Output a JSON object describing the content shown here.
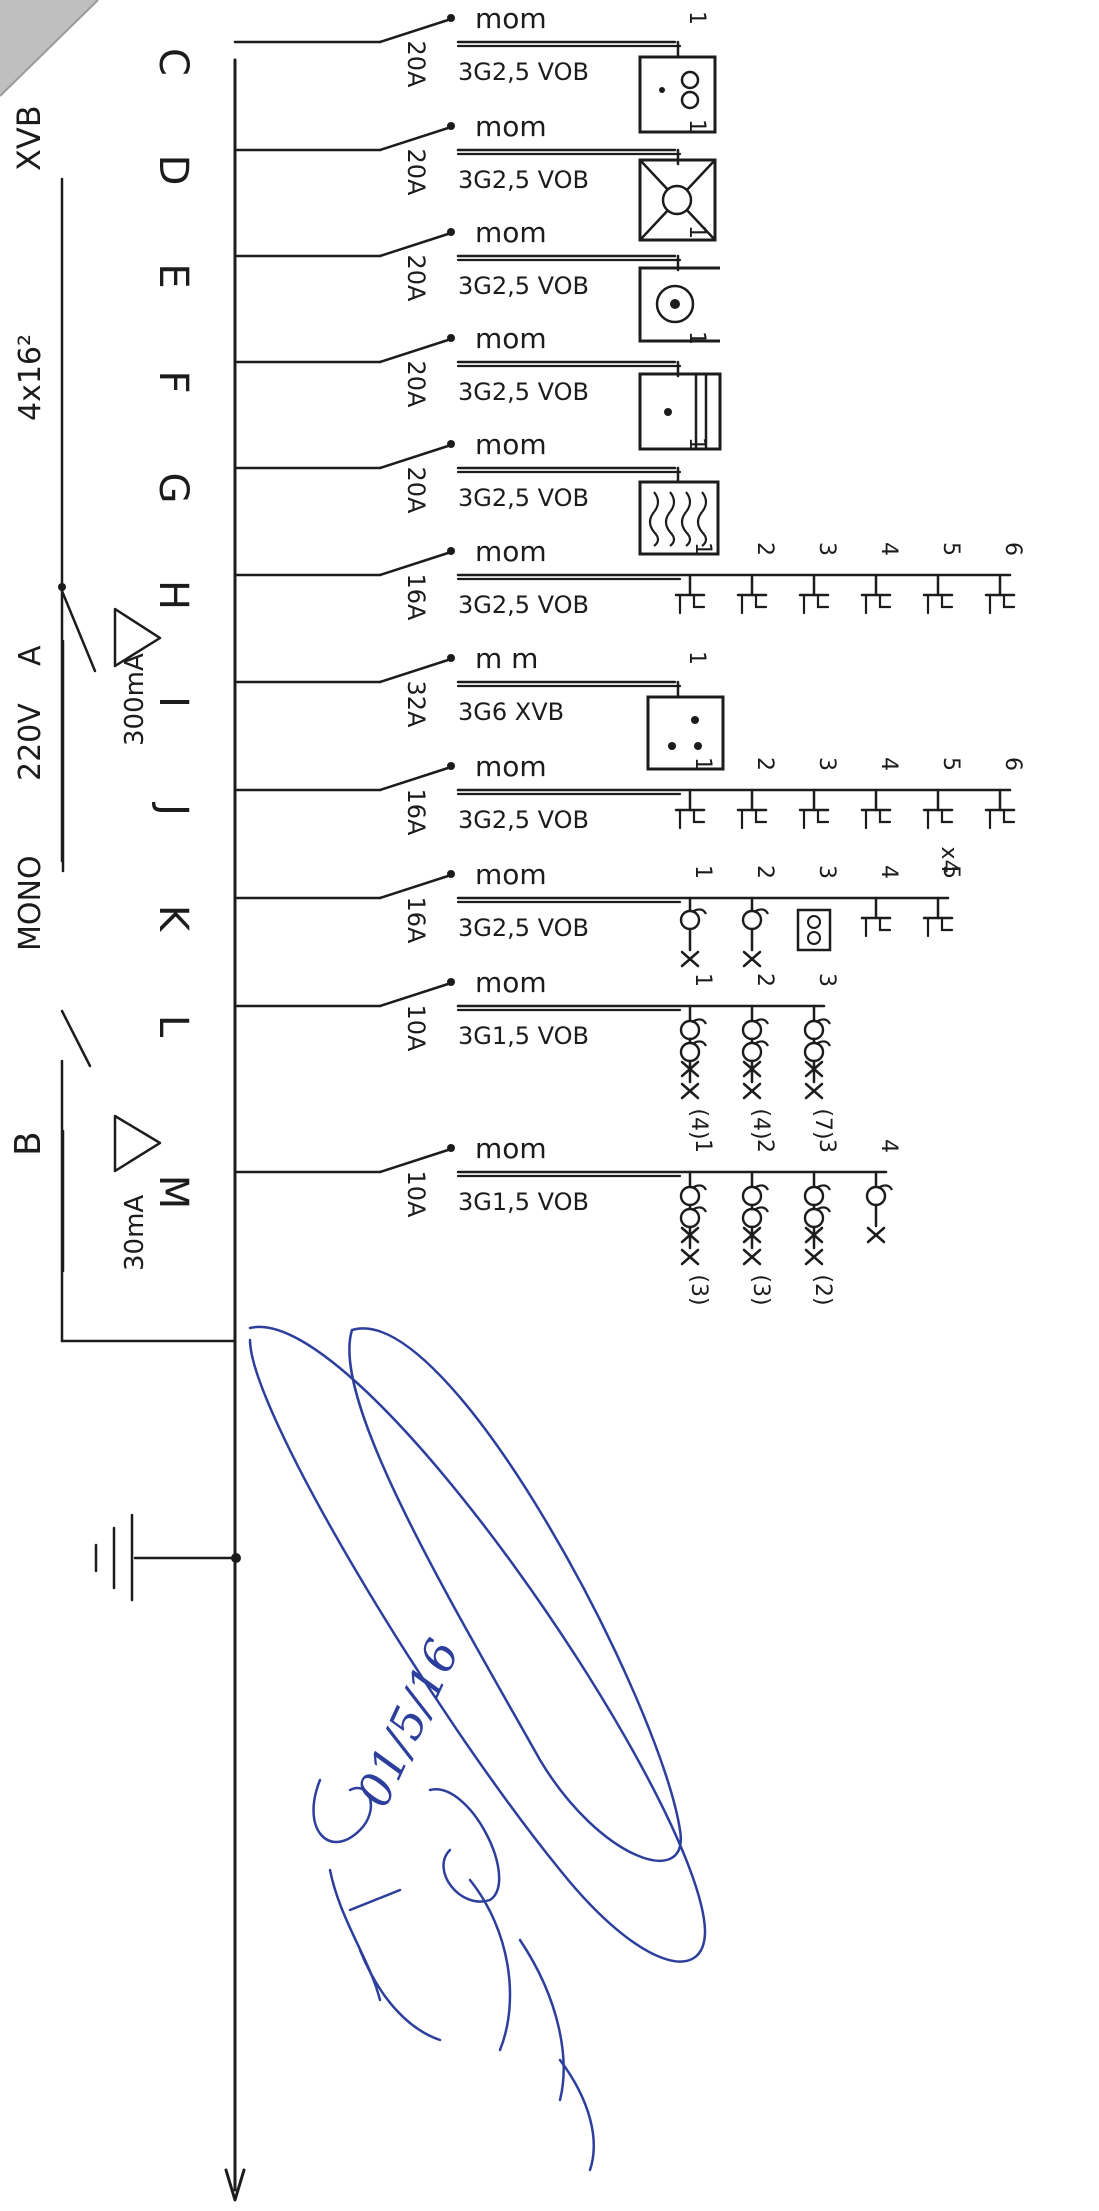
{
  "panel_notes": {
    "supply_cable": "XVB",
    "supply_section": "4x16²",
    "rcd_a_rating": "300mA",
    "rcd_a_tag": "A",
    "supply_voltage": "220V",
    "supply_phase": "MONO",
    "rcd_b_rating": "30mA",
    "rcd_b_tag": "B"
  },
  "circuits": [
    {
      "id": "C",
      "breaker": "20A",
      "conduit": "mom",
      "cable": "3G2,5 VOB",
      "load": "socket-double",
      "points": [
        "1"
      ],
      "notes": []
    },
    {
      "id": "D",
      "breaker": "20A",
      "conduit": "mom",
      "cable": "3G2,5 VOB",
      "load": "oven",
      "points": [
        "1"
      ],
      "notes": []
    },
    {
      "id": "E",
      "breaker": "20A",
      "conduit": "mom",
      "cable": "3G2,5 VOB",
      "load": "washing-machine",
      "points": [
        "1"
      ],
      "notes": []
    },
    {
      "id": "F",
      "breaker": "20A",
      "conduit": "mom",
      "cable": "3G2,5 VOB",
      "load": "dishwasher",
      "points": [
        "1"
      ],
      "notes": []
    },
    {
      "id": "G",
      "breaker": "20A",
      "conduit": "mom",
      "cable": "3G2,5 VOB",
      "load": "water-heater",
      "points": [
        "1"
      ],
      "notes": []
    },
    {
      "id": "H",
      "breaker": "16A",
      "conduit": "mom",
      "cable": "3G2,5 VOB",
      "load": "sockets",
      "points": [
        "1",
        "2",
        "3",
        "4",
        "5",
        "6"
      ],
      "notes": []
    },
    {
      "id": "I",
      "breaker": "32A",
      "conduit": "m m",
      "cable": "3G6 XVB",
      "load": "cooker",
      "points": [
        "1"
      ],
      "notes": []
    },
    {
      "id": "J",
      "breaker": "16A",
      "conduit": "mom",
      "cable": "3G2,5 VOB",
      "load": "sockets",
      "points": [
        "1",
        "2",
        "3",
        "4",
        "5",
        "6"
      ],
      "notes": [
        "x4"
      ]
    },
    {
      "id": "K",
      "breaker": "16A",
      "conduit": "mom",
      "cable": "3G2,5 VOB",
      "load": "mixed",
      "points": [
        "1",
        "2",
        "3",
        "4",
        "5"
      ],
      "notes": []
    },
    {
      "id": "L",
      "breaker": "10A",
      "conduit": "mom",
      "cable": "3G1,5 VOB",
      "load": "lights",
      "points": [
        "1",
        "2",
        "3"
      ],
      "notes": [
        "(4)",
        "(4)",
        "(7)"
      ]
    },
    {
      "id": "M",
      "breaker": "10A",
      "conduit": "mom",
      "cable": "3G1,5 VOB",
      "load": "lights",
      "points": [
        "1",
        "2",
        "3",
        "4"
      ],
      "notes": [
        "(3)",
        "(3)",
        "(2)"
      ]
    }
  ],
  "signature": {
    "date": "01/5/16"
  },
  "colors": {
    "ink": "#1c1c1c",
    "pen": "#2c3f9c"
  }
}
